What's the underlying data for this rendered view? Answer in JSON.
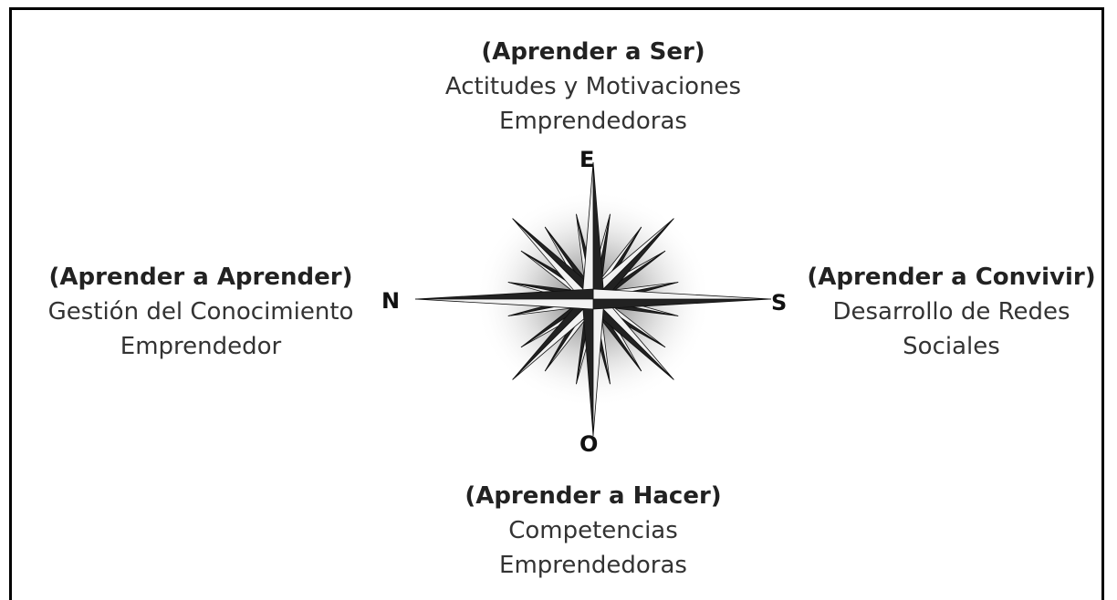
{
  "top": {
    "title": "(Aprender a Ser)",
    "line1": "Actitudes y Motivaciones",
    "line2": "Emprendedoras"
  },
  "left": {
    "title": "(Aprender a Aprender)",
    "line1": "Gestión del Conocimiento",
    "line2": "Emprendedor"
  },
  "right": {
    "title": "(Aprender a Convivir)",
    "line1": "Desarrollo de Redes",
    "line2": "Sociales"
  },
  "bottom": {
    "title": "(Aprender a Hacer)",
    "line1": "Competencias",
    "line2": "Emprendedoras"
  },
  "compass": {
    "top_letter": "E",
    "left_letter": "N",
    "right_letter": "S",
    "bottom_letter": "O"
  }
}
